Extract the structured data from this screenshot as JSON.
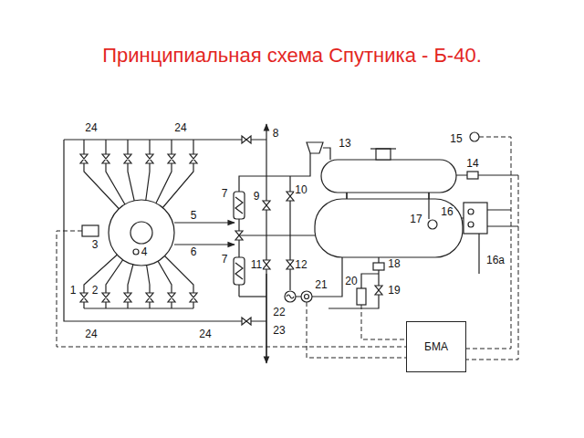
{
  "diagram": {
    "title": "Принципиальная схема Спутника - Б-40.",
    "nodes": [
      {
        "text": [
          "БМА"
        ]
      }
    ],
    "labels": [
      "24",
      "24",
      "8",
      "13",
      "15",
      "14",
      "7",
      "9",
      "10",
      "16",
      "3",
      "5",
      "17",
      "6",
      "4",
      "7",
      "11",
      "12",
      "1",
      "2",
      "18",
      "21",
      "20",
      "16а",
      "19",
      "22",
      "24",
      "24",
      "23"
    ]
  }
}
